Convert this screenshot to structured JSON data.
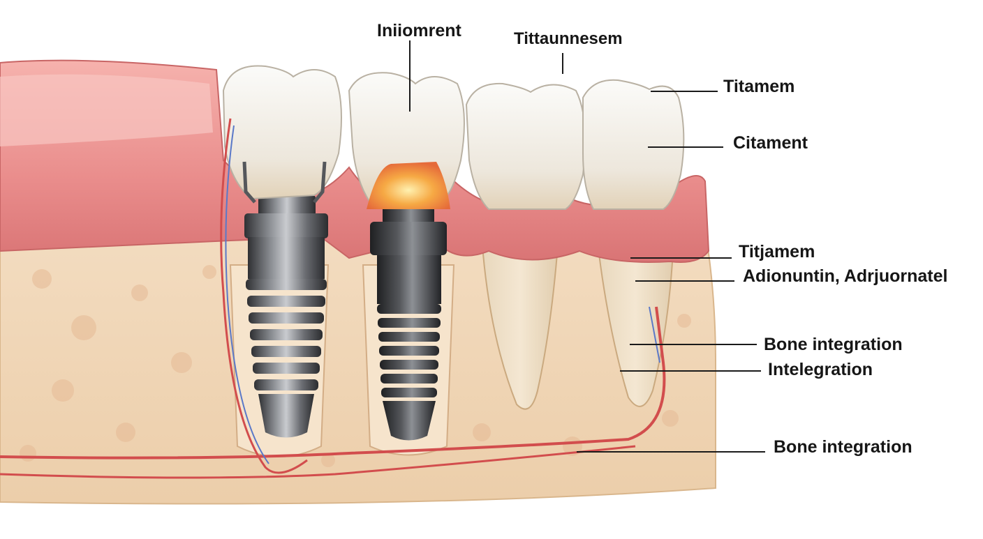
{
  "labels": {
    "top_left": "Iniiomrent",
    "top_mid": "Tittaunnesem",
    "crown_top": "Titamem",
    "crown_mid": "Citament",
    "gum_line": "Titjamem",
    "abutment": "Adionuntin, Adrjuornatel",
    "root_upper": "Bone integration",
    "root_lower": "Intelegration",
    "bone_base": "Bone integration"
  },
  "colors": {
    "gum": "#e98f8f",
    "bone": "#f0d8b6",
    "tooth": "#f2ede4",
    "titanium": "#5b5d61",
    "nerve_red": "#d24d4d",
    "nerve_blue": "#5a78c8"
  }
}
